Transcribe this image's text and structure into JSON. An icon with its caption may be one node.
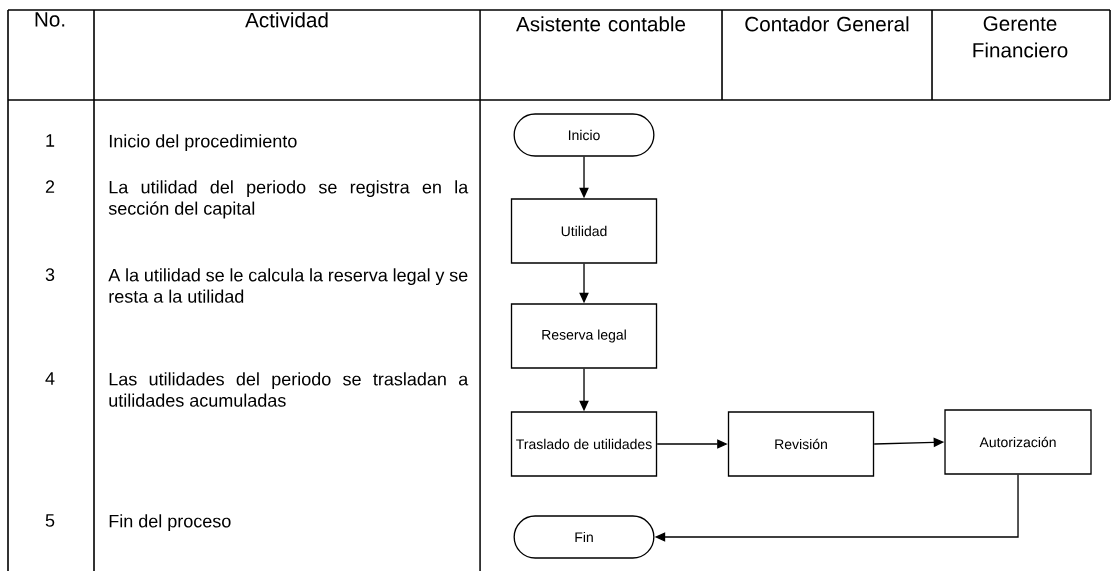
{
  "diagram": {
    "nodes": [
      {
        "text": [
          "Inicio"
        ]
      },
      {
        "text": [
          "Utilidad"
        ]
      },
      {
        "text": [
          "Reserva legal"
        ]
      },
      {
        "text": [
          "Traslado de utilidades"
        ]
      },
      {
        "text": [
          "Revisión"
        ]
      },
      {
        "text": [
          "Autorización"
        ]
      },
      {
        "text": [
          "Fin"
        ]
      }
    ],
    "edges": [
      {
        "from": 0,
        "to": 1,
        "arrow": "to"
      },
      {
        "from": 1,
        "to": 2,
        "arrow": "to"
      },
      {
        "from": 2,
        "to": 3,
        "arrow": "to"
      },
      {
        "from": 3,
        "to": 4,
        "arrow": "to"
      },
      {
        "from": 4,
        "to": 5,
        "arrow": "to"
      },
      {
        "from": 5,
        "to": 6,
        "arrow": "to"
      }
    ],
    "labels": [
      "No.",
      "Actividad",
      "Asistente contable",
      "Contador General",
      "Gerente Financiero",
      "1",
      "Inicio del procedimiento",
      "2",
      "La utilidad del periodo se registra en la sección del capital",
      "3",
      "A la utilidad se le calcula la reserva legal y se resta a la utilidad",
      "4",
      "Las utilidades del periodo se trasladan a utilidades acumuladas",
      "5",
      "Fin del proceso"
    ]
  }
}
